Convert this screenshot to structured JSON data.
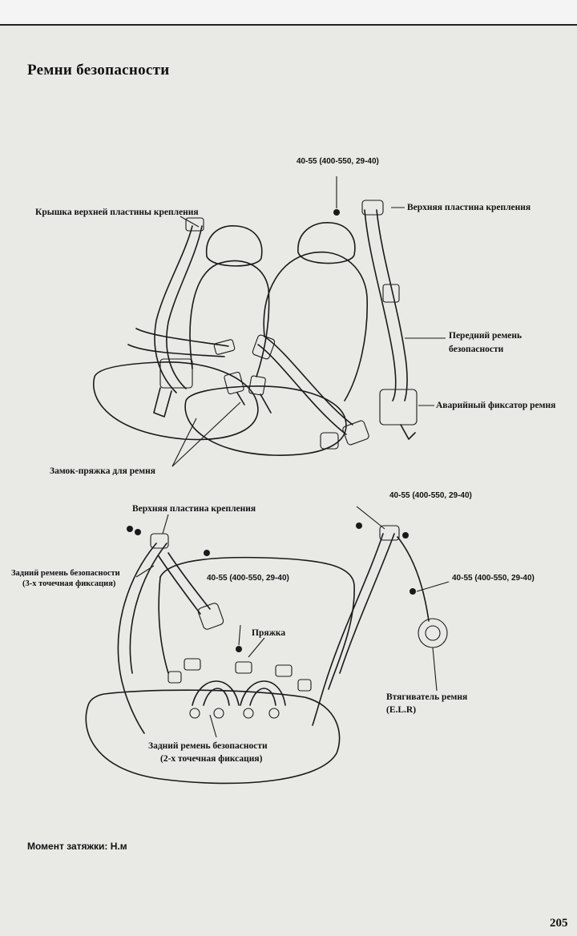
{
  "document": {
    "title": "Ремни безопасности",
    "page_number": "205",
    "torque_note": "Момент затяжки: Н.м"
  },
  "front_diagram": {
    "torque_top": "40-55 (400-550, 29-40)",
    "upper_plate_cover": "Крышка верхней пластины крепления",
    "upper_anchor_plate": "Верхняя пластина крепления",
    "front_belt_line1": "Передний ремень",
    "front_belt_line2": "безопасности",
    "emergency_lock": "Аварийный фиксатор ремня",
    "buckle_latch": "Замок-пряжка для ремня"
  },
  "rear_diagram": {
    "torque_right_top": "40-55 (400-550, 29-40)",
    "torque_center": "40-55 (400-550, 29-40)",
    "torque_right": "40-55 (400-550, 29-40)",
    "upper_anchor_plate": "Верхняя пластина крепления",
    "rear_3pt_line1": "Задний ремень безопасности",
    "rear_3pt_line2": "(3-х точечная фиксация)",
    "buckle": "Пряжка",
    "retractor_line1": "Втягиватель ремня",
    "retractor_line2": "(E.L.R)",
    "rear_2pt_line1": "Задний ремень безопасности",
    "rear_2pt_line2": "(2-х точечная фиксация)"
  }
}
